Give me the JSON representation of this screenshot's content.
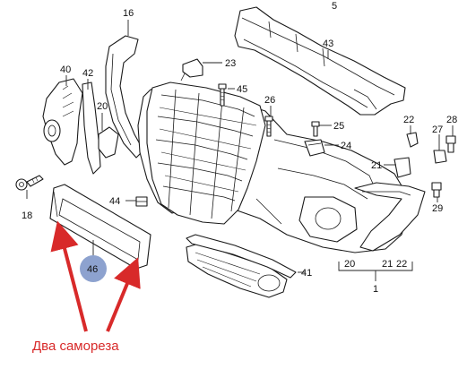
{
  "labels": {
    "l16": "16",
    "l5": "5",
    "l43": "43",
    "l23": "23",
    "l40": "40",
    "l42": "42",
    "l45": "45",
    "l20a": "20",
    "l26": "26",
    "l25": "25",
    "l22": "22",
    "l28": "28",
    "l24": "24",
    "l27": "27",
    "l21a": "21",
    "l18": "18",
    "l44": "44",
    "l29": "29",
    "l46": "46",
    "l41": "41",
    "l20b": "20",
    "l21b": "21",
    "l22b": "22",
    "l1": "1"
  },
  "caption": "Два самореза",
  "colors": {
    "annotation_red": "#d82a2a",
    "badge_blue": "#8da2cf",
    "line": "#1a1a1a"
  }
}
